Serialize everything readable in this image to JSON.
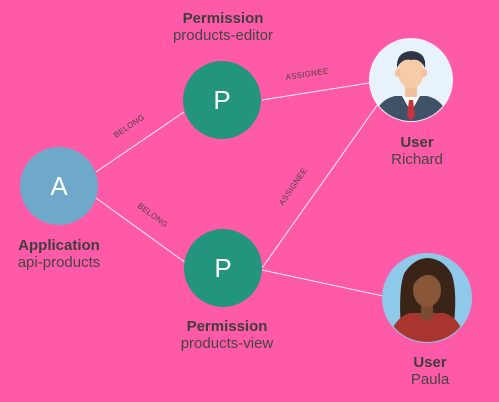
{
  "nodes": {
    "application": {
      "kind": "Application",
      "name": "api-products",
      "letter": "A",
      "color": "#6fa9c9"
    },
    "perm_editor": {
      "kind": "Permission",
      "name": "products-editor",
      "letter": "P",
      "color": "#22957c"
    },
    "perm_view": {
      "kind": "Permission",
      "name": "products-view",
      "letter": "P",
      "color": "#22957c"
    },
    "user_richard": {
      "kind": "User",
      "name": "Richard",
      "icon": "male-user-avatar-icon"
    },
    "user_paula": {
      "kind": "User",
      "name": "Paula",
      "icon": "female-user-avatar-icon"
    }
  },
  "edges": {
    "belong_top": "BELONG",
    "belong_bottom": "BELONG",
    "assignee_top": "ASSIGNEE",
    "assignee_mid": "ASSIGNEE"
  },
  "colors": {
    "background": "#ff5aa8",
    "edge": "#f4f4f4",
    "avatar_ring": "#e8f2fb"
  }
}
